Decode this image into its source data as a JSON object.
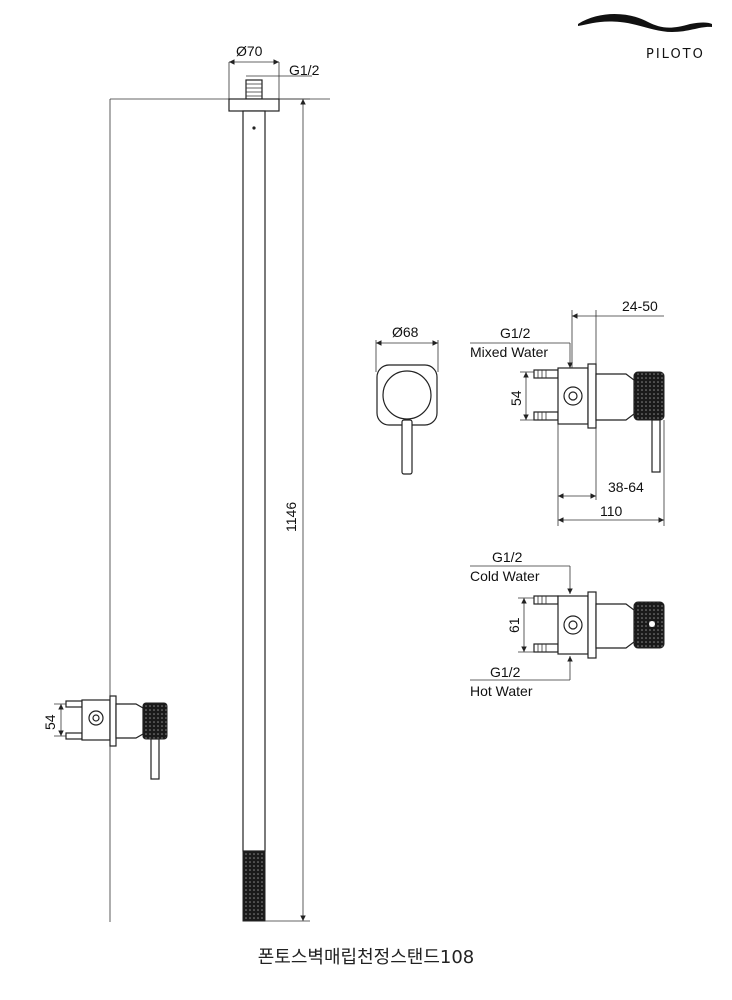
{
  "brand": {
    "name": "PILOTO"
  },
  "caption": "폰토스벽매립천정스탠드108",
  "column": {
    "flange_diameter": "Ø70",
    "thread": "G1/2",
    "height": "1146"
  },
  "side_valve": {
    "spacing": "54"
  },
  "plate_view": {
    "diameter": "Ø68"
  },
  "mixer_view": {
    "depth_range": "24-50",
    "thread": "G1/2",
    "outlet_label": "Mixed Water",
    "spacing": "54",
    "wall_range": "38-64",
    "total_length": "110"
  },
  "inlet_view": {
    "top_thread": "G1/2",
    "top_label": "Cold Water",
    "spacing": "61",
    "bottom_thread": "G1/2",
    "bottom_label": "Hot Water"
  }
}
